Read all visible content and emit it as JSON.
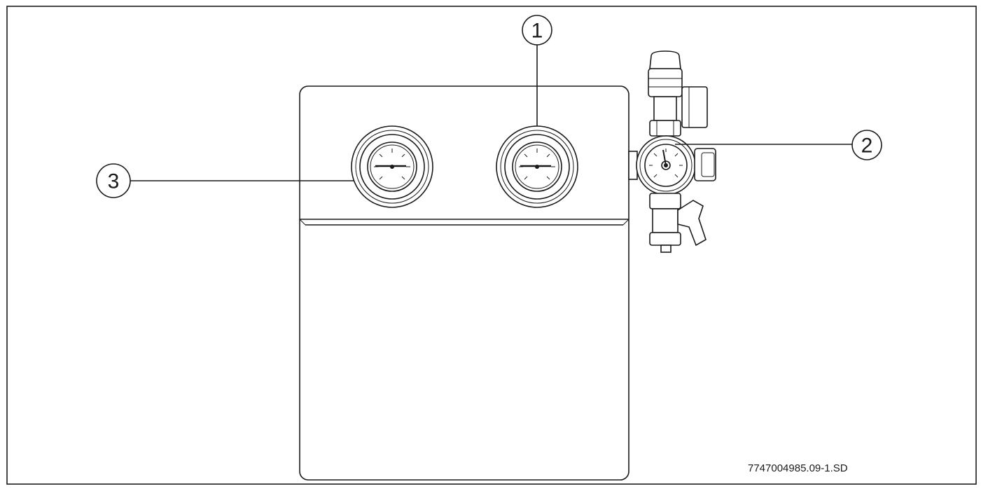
{
  "callouts": [
    {
      "number": "1"
    },
    {
      "number": "2"
    },
    {
      "number": "3"
    }
  ],
  "reference_code": "7747004985.09-1.SD",
  "colors": {
    "line": "#1a1a1a",
    "background": "#ffffff"
  }
}
